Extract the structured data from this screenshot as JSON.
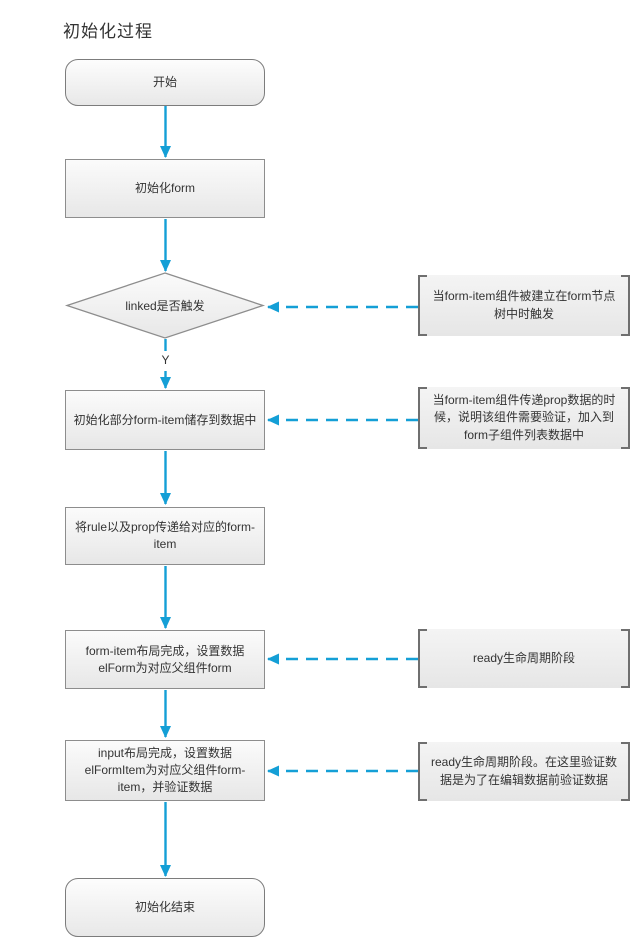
{
  "title": "初始化过程",
  "colors": {
    "arrow": "#149fd6",
    "shape_border": "#8d8d8d",
    "shape_fill_top": "#fbfbfb",
    "shape_fill_bottom": "#e7e7e7",
    "text": "#333333",
    "background": "#ffffff"
  },
  "flow": {
    "start_label": "开始",
    "init_form_label": "初始化form",
    "decision_label": "linked是否触发",
    "decision_branch_label": "Y",
    "store_form_item_label": "初始化部分form-item储存到数据中",
    "pass_rule_prop_label": "将rule以及prop传递给对应的form-item",
    "form_item_ready_label": "form-item布局完成，设置数据elForm为对应父组件form",
    "input_ready_label": "input布局完成，设置数据elFormItem为对应父组件form-item，并验证数据",
    "end_label": "初始化结束"
  },
  "notes": {
    "linked_trigger": "当form-item组件被建立在form节点树中时触发",
    "prop_pass": "当form-item组件传递prop数据的时候，说明该组件需要验证，加入到form子组件列表数据中",
    "ready_stage": "ready生命周期阶段",
    "ready_validate": "ready生命周期阶段。在这里验证数据是为了在编辑数据前验证数据"
  }
}
